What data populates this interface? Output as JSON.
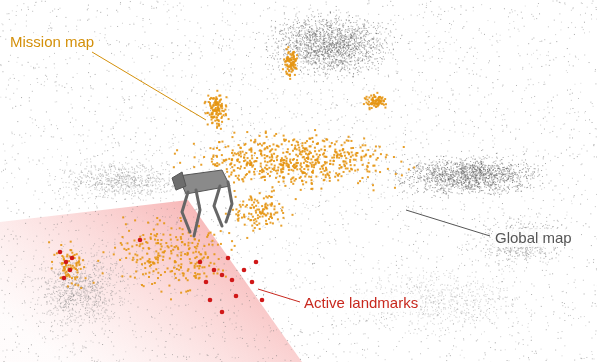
{
  "diagram": {
    "labels": [
      "Mission map",
      "Global map",
      "Active landmarks"
    ]
  }
}
